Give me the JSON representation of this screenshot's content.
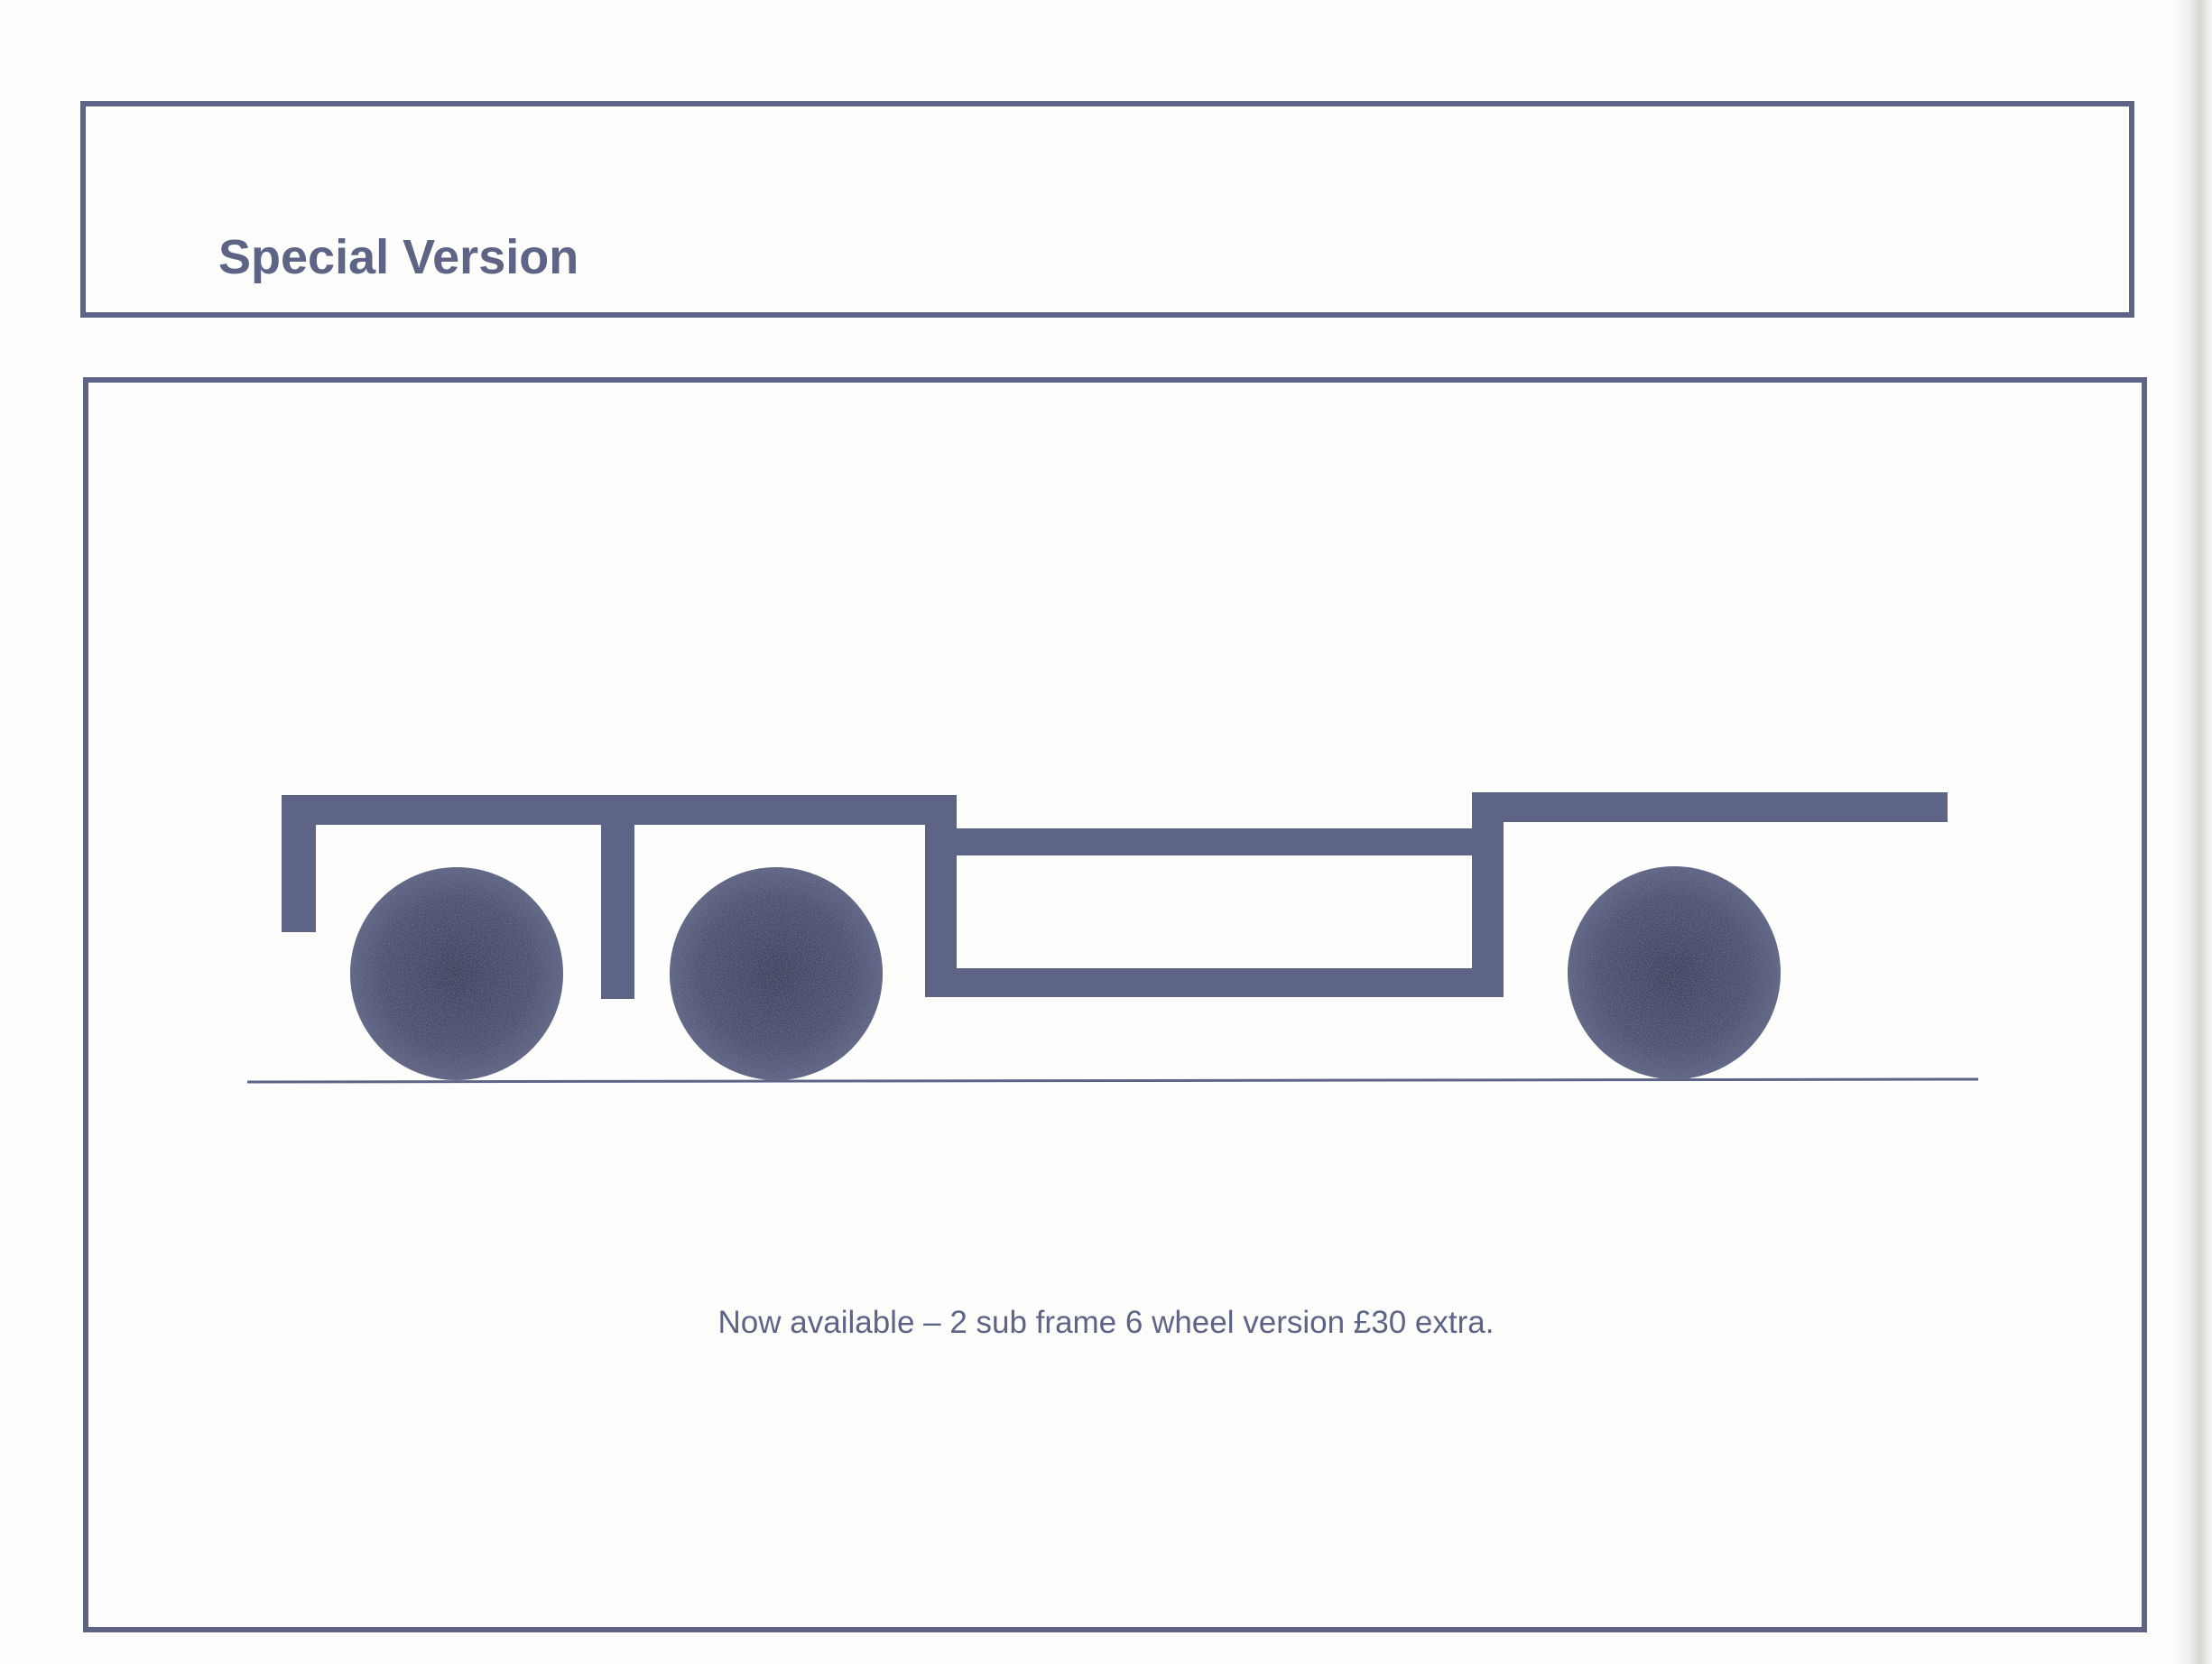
{
  "header": {
    "title": "Special Version"
  },
  "diagram": {
    "subject": "6 wheel 2 sub frame chassis",
    "colors": {
      "frame": "#5e6485",
      "wheel": "#4f5475",
      "wheel_speckle": "#2c2f45",
      "ground": "#5e6485"
    },
    "wheel_count": 3
  },
  "caption": {
    "text": "Now available – 2 sub frame 6 wheel version £30 extra."
  }
}
